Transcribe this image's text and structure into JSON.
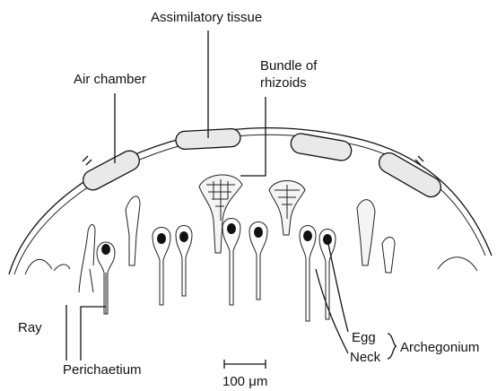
{
  "labels": {
    "assimilatory_tissue": "Assimilatory tissue",
    "air_chamber": "Air chamber",
    "bundle_of_rhizoids_line1": "Bundle of",
    "bundle_of_rhizoids_line2": "rhizoids",
    "ray": "Ray",
    "perichaetium": "Perichaetium",
    "egg": "Egg",
    "neck": "Neck",
    "archegonium": "Archegonium",
    "scale_bar": "100 μm"
  }
}
